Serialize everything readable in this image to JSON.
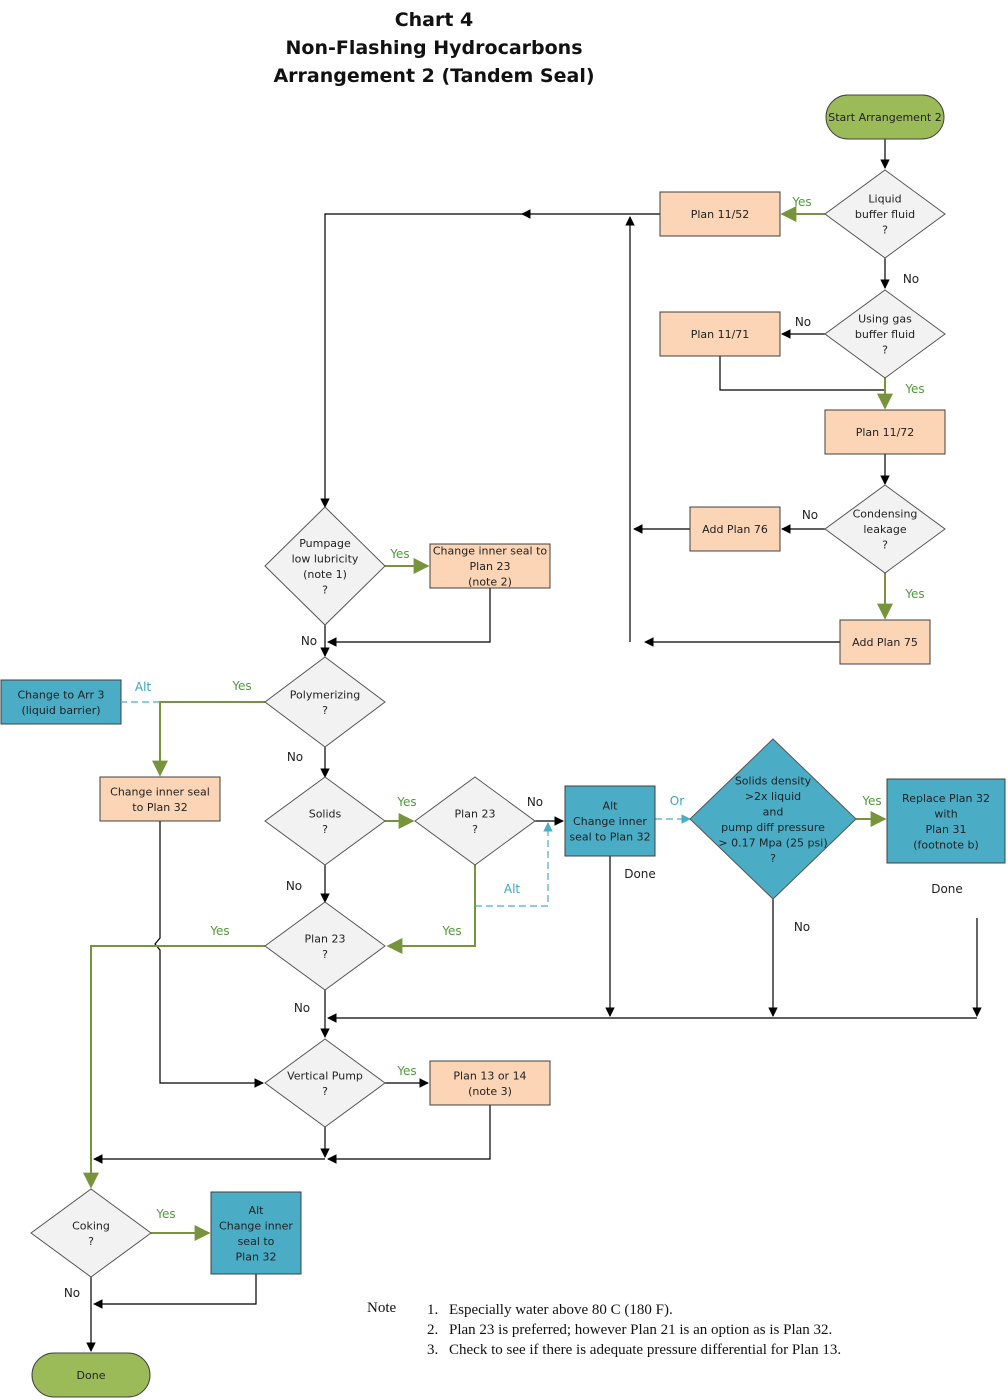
{
  "title": {
    "line1": "Chart 4",
    "line2": "Non-Flashing Hydrocarbons",
    "line3": "Arrangement 2 (Tandem Seal)"
  },
  "colors": {
    "terminal_fill": "#9bbb59",
    "decision_fill": "#f2f2f2",
    "plan_fill": "#fbd5b5",
    "alt_fill": "#4bacc6",
    "yes_line": "#77933c",
    "alt_line": "#4bacc6",
    "line": "#000000"
  },
  "nodes": [
    {
      "id": "start",
      "shape": "terminal",
      "lines": [
        "Start Arrangement 2"
      ]
    },
    {
      "id": "liquid_buffer",
      "shape": "decision",
      "lines": [
        "Liquid",
        "buffer fluid",
        "?"
      ]
    },
    {
      "id": "plan_11_52",
      "shape": "plan",
      "lines": [
        "Plan 11/52"
      ]
    },
    {
      "id": "using_gas",
      "shape": "decision",
      "lines": [
        "Using gas",
        "buffer fluid",
        "?"
      ]
    },
    {
      "id": "plan_11_71",
      "shape": "plan",
      "lines": [
        "Plan 11/71"
      ]
    },
    {
      "id": "plan_11_72",
      "shape": "plan",
      "lines": [
        "Plan 11/72"
      ]
    },
    {
      "id": "condensing",
      "shape": "decision",
      "lines": [
        "Condensing",
        "leakage",
        "?"
      ]
    },
    {
      "id": "add_plan_76",
      "shape": "plan",
      "lines": [
        "Add Plan 76"
      ]
    },
    {
      "id": "add_plan_75",
      "shape": "plan",
      "lines": [
        "Add Plan 75"
      ]
    },
    {
      "id": "pumpage",
      "shape": "decision",
      "lines": [
        "Pumpage",
        "low lubricity",
        "(note 1)",
        "?"
      ]
    },
    {
      "id": "change_23",
      "shape": "plan",
      "lines": [
        "Change inner seal to",
        "Plan 23",
        "(note 2)"
      ]
    },
    {
      "id": "polymerizing",
      "shape": "decision",
      "lines": [
        "Polymerizing",
        "?"
      ]
    },
    {
      "id": "change_arr3",
      "shape": "alt",
      "lines": [
        "Change to Arr 3",
        "(liquid barrier)"
      ]
    },
    {
      "id": "change_32_left",
      "shape": "plan",
      "lines": [
        "Change inner seal",
        "to Plan 32"
      ]
    },
    {
      "id": "solids",
      "shape": "decision",
      "lines": [
        "Solids",
        "?"
      ]
    },
    {
      "id": "plan23_a",
      "shape": "decision",
      "lines": [
        "Plan 23",
        "?"
      ]
    },
    {
      "id": "alt_change_32",
      "shape": "alt",
      "lines": [
        "Alt",
        "Change inner",
        "seal to Plan 32"
      ]
    },
    {
      "id": "solids_density",
      "shape": "bigdecision",
      "lines": [
        "Solids density",
        ">2x liquid",
        "and",
        "pump diff pressure",
        "> 0.17 Mpa (25 psi)",
        "?"
      ]
    },
    {
      "id": "replace_32",
      "shape": "alt",
      "lines": [
        "Replace Plan 32",
        "with",
        "Plan 31",
        "(footnote b)"
      ]
    },
    {
      "id": "plan23_b",
      "shape": "decision",
      "lines": [
        "Plan 23",
        "?"
      ]
    },
    {
      "id": "vertical",
      "shape": "decision",
      "lines": [
        "Vertical Pump",
        "?"
      ]
    },
    {
      "id": "plan_13_14",
      "shape": "plan",
      "lines": [
        "Plan 13 or 14",
        "(note 3)"
      ]
    },
    {
      "id": "coking",
      "shape": "decision",
      "lines": [
        "Coking",
        "?"
      ]
    },
    {
      "id": "alt_coking",
      "shape": "alt",
      "lines": [
        "Alt",
        "Change inner",
        "seal to",
        "Plan 32"
      ]
    },
    {
      "id": "done",
      "shape": "terminal",
      "lines": [
        "Done"
      ]
    }
  ],
  "labels": [
    {
      "id": "l_yes_1",
      "text": "Yes",
      "kind": "yes"
    },
    {
      "id": "l_no_1",
      "text": "No",
      "kind": "no"
    },
    {
      "id": "l_no_2",
      "text": "No",
      "kind": "no"
    },
    {
      "id": "l_yes_2",
      "text": "Yes",
      "kind": "yes"
    },
    {
      "id": "l_no_3",
      "text": "No",
      "kind": "no"
    },
    {
      "id": "l_yes_3",
      "text": "Yes",
      "kind": "yes"
    },
    {
      "id": "l_yes_4",
      "text": "Yes",
      "kind": "yes"
    },
    {
      "id": "l_no_4",
      "text": "No",
      "kind": "no"
    },
    {
      "id": "l_alt_1",
      "text": "Alt",
      "kind": "alt"
    },
    {
      "id": "l_yes_5",
      "text": "Yes",
      "kind": "yes"
    },
    {
      "id": "l_no_5",
      "text": "No",
      "kind": "no"
    },
    {
      "id": "l_yes_6",
      "text": "Yes",
      "kind": "yes"
    },
    {
      "id": "l_no_6",
      "text": "No",
      "kind": "no"
    },
    {
      "id": "l_or",
      "text": "Or",
      "kind": "alt"
    },
    {
      "id": "l_yes_7",
      "text": "Yes",
      "kind": "yes"
    },
    {
      "id": "l_done_1",
      "text": "Done",
      "kind": "no"
    },
    {
      "id": "l_alt_2",
      "text": "Alt",
      "kind": "alt"
    },
    {
      "id": "l_no_7",
      "text": "No",
      "kind": "no"
    },
    {
      "id": "l_done_2",
      "text": "Done",
      "kind": "no"
    },
    {
      "id": "l_yes_8",
      "text": "Yes",
      "kind": "yes"
    },
    {
      "id": "l_yes_9",
      "text": "Yes",
      "kind": "yes"
    },
    {
      "id": "l_no_8",
      "text": "No",
      "kind": "no"
    },
    {
      "id": "l_yes_10",
      "text": "Yes",
      "kind": "yes"
    },
    {
      "id": "l_no_9",
      "text": "No",
      "kind": "no"
    },
    {
      "id": "l_yes_11",
      "text": "Yes",
      "kind": "yes"
    },
    {
      "id": "l_no_10",
      "text": "No",
      "kind": "no"
    }
  ],
  "notes": {
    "header": "Note",
    "items": [
      {
        "num": "1.",
        "text": "Especially water above 80 C (180 F)."
      },
      {
        "num": "2.",
        "text": "Plan 23 is preferred; however Plan 21 is an option as is Plan 32."
      },
      {
        "num": "3.",
        "text": "Check to see if there is adequate pressure differential for Plan 13."
      }
    ]
  }
}
